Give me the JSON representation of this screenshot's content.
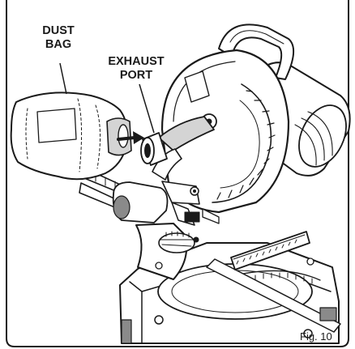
{
  "labels": {
    "dust_bag_line1": "DUST",
    "dust_bag_line2": "BAG",
    "exhaust_port_line1": "EXHAUST",
    "exhaust_port_line2": "PORT",
    "figure": "Fig. 10"
  },
  "colors": {
    "ink": "#1a1a1a",
    "paper": "#ffffff",
    "shade": "#8a8a8a",
    "light_shade": "#d4d4d4"
  }
}
